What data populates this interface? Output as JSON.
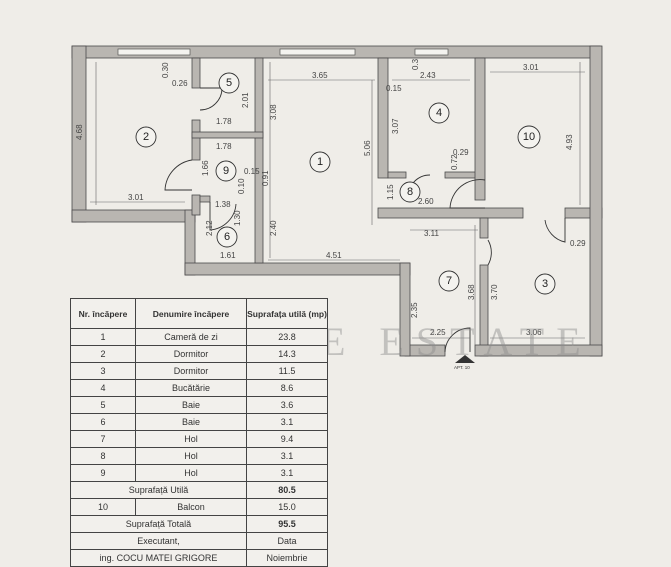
{
  "plan": {
    "rooms": [
      "1",
      "2",
      "3",
      "4",
      "5",
      "6",
      "7",
      "8",
      "9",
      "10"
    ],
    "dims": {
      "r2_h": "4.68",
      "r2_w": "3.01",
      "r2_a": "0.30",
      "r2_b": "0.26",
      "r5_h": "2.01",
      "r5_w": "1.78",
      "r9_w": "1.78",
      "r9_h": "1.66",
      "r9_a": "0.15",
      "r9_b": "0.10",
      "r9_c": "0.91",
      "r6_w": "1.38",
      "r6_h": "2.12",
      "r6_a": "1.30",
      "r6_b": "1.61",
      "r1_w": "3.65",
      "r1_a": "3.08",
      "r1_b": "2.40",
      "r1_h": "5.06",
      "r1_c": "4.51",
      "r4_w": "2.43",
      "r4_a": "0.3",
      "r4_b": "0.15",
      "r4_h": "3.07",
      "r4_c": "0.29",
      "r4_d": "0.72",
      "r8_h": "1.15",
      "r8_w": "2.60",
      "r10_w": "3.01",
      "r10_h": "4.93",
      "r7_w": "3.11",
      "r7_h": "3.68",
      "r7_a": "2.35",
      "r7_b": "2.25",
      "r3_h": "3.70",
      "r3_w": "3.06",
      "r3_a": "0.29"
    },
    "apt_label": "APT. 10"
  },
  "watermark": "TRUE ESTATE",
  "table": {
    "headers": [
      "Nr. încăpere",
      "Denumire încăpere",
      "Suprafața utilă (mp)"
    ],
    "rows": [
      {
        "nr": "1",
        "name": "Cameră de zi",
        "area": "23.8"
      },
      {
        "nr": "2",
        "name": "Dormitor",
        "area": "14.3"
      },
      {
        "nr": "3",
        "name": "Dormitor",
        "area": "11.5"
      },
      {
        "nr": "4",
        "name": "Bucătărie",
        "area": "8.6"
      },
      {
        "nr": "5",
        "name": "Baie",
        "area": "3.6"
      },
      {
        "nr": "6",
        "name": "Baie",
        "area": "3.1"
      },
      {
        "nr": "7",
        "name": "Hol",
        "area": "9.4"
      },
      {
        "nr": "8",
        "name": "Hol",
        "area": "3.1"
      },
      {
        "nr": "9",
        "name": "Hol",
        "area": "3.1"
      }
    ],
    "useful_label": "Suprafață Utilă",
    "useful_value": "80.5",
    "balcony": {
      "nr": "10",
      "name": "Balcon",
      "area": "15.0"
    },
    "total_label": "Suprafață Totală",
    "total_value": "95.5",
    "executant_label": "Executant,",
    "date_label": "Data",
    "executant_name": "ing. COCU MATEI GRIGORE",
    "date_value": "Noiembrie"
  }
}
